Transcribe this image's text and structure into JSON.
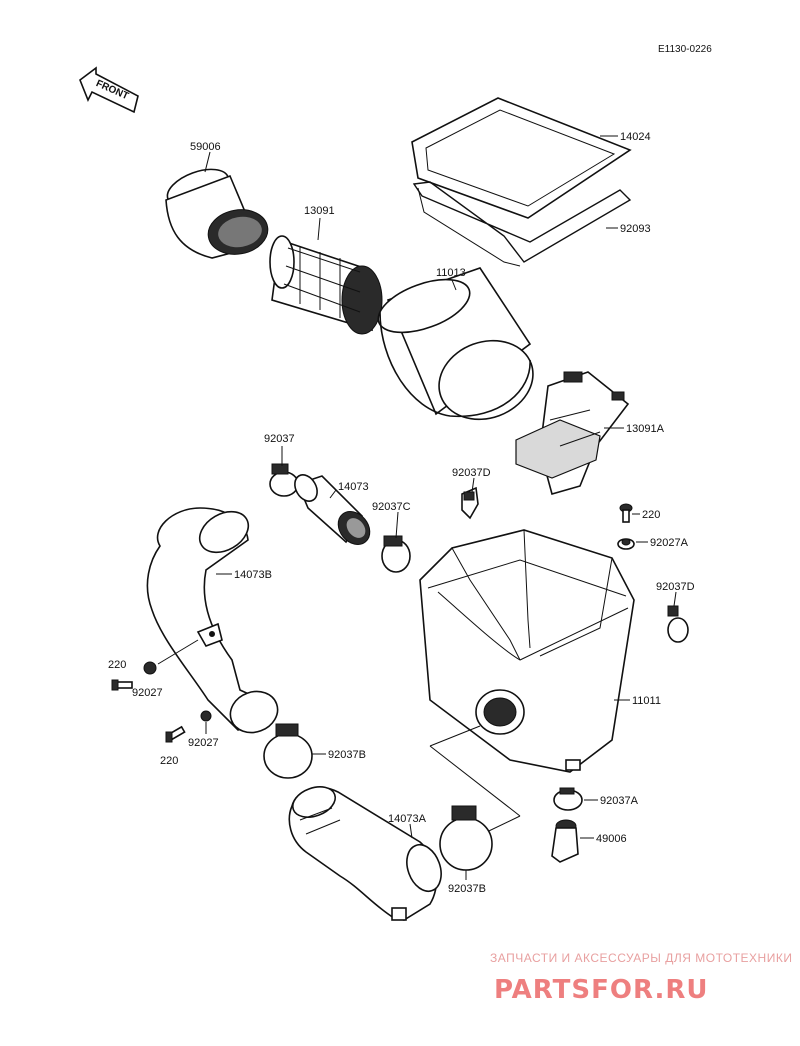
{
  "diagram_code": "E1130-0226",
  "front_label": "FRONT",
  "parts": {
    "p59006": "59006",
    "p13091": "13091",
    "p14024": "14024",
    "p92093": "92093",
    "p11013": "11013",
    "p13091A": "13091A",
    "p92037_top": "92037",
    "p14073": "14073",
    "p92037D_left": "92037D",
    "p92037C": "92037C",
    "p220_right": "220",
    "p92027A": "92027A",
    "p92037D_right": "92037D",
    "p14073B": "14073B",
    "p220_left1": "220",
    "p92027_left1": "92027",
    "p92027_left2": "92027",
    "p220_left2": "220",
    "p92037B_upper": "92037B",
    "p11011": "11011",
    "p92037A": "92037A",
    "p49006": "49006",
    "p14073A": "14073A",
    "p92037B_lower": "92037B"
  },
  "watermark": {
    "tagline": "ЗАПЧАСТИ И АКСЕССУАРЫ ДЛЯ МОТОТЕХНИКИ",
    "brand": "PARTSFOR.RU"
  }
}
